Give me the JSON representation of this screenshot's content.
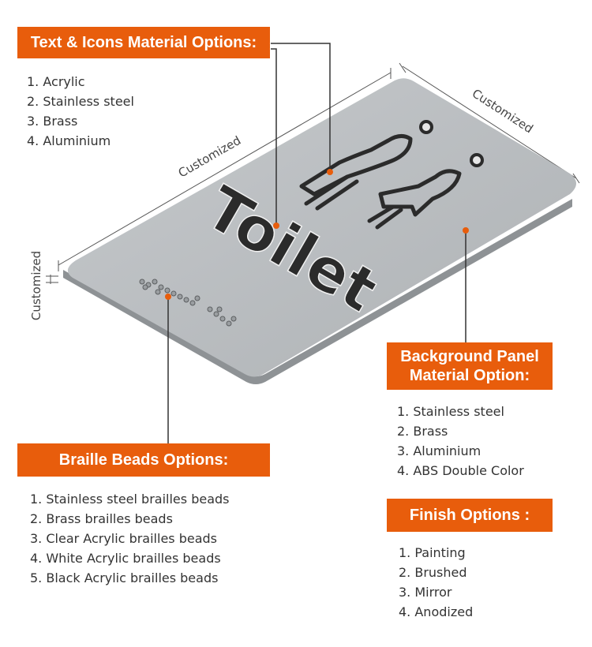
{
  "text_icons": {
    "title": "Text & Icons Material Options:",
    "items": [
      "1. Acrylic",
      "2. Stainless steel",
      "3. Brass",
      "4. Aluminium"
    ]
  },
  "background_panel": {
    "title_line1": "Background Panel",
    "title_line2": "Material Option:",
    "items": [
      "1. Stainless steel",
      "2. Brass",
      "3. Aluminium",
      "4. ABS Double Color"
    ]
  },
  "braille": {
    "title": "Braille Beads Options:",
    "items": [
      "1. Stainless steel brailles beads",
      "2. Brass brailles beads",
      "3. Clear Acrylic brailles beads",
      "4. White Acrylic brailles beads",
      "5. Black Acrylic brailles beads"
    ]
  },
  "finish": {
    "title": "Finish Options :",
    "items": [
      "1. Painting",
      "2. Brushed",
      "3. Mirror",
      "4. Anodized"
    ]
  },
  "sign": {
    "text": "Toilet",
    "dimension_label": "Customized"
  },
  "colors": {
    "accent": "#e85d0c",
    "panel": "#b9bcbf",
    "raised_text": "#2b2b2b"
  }
}
